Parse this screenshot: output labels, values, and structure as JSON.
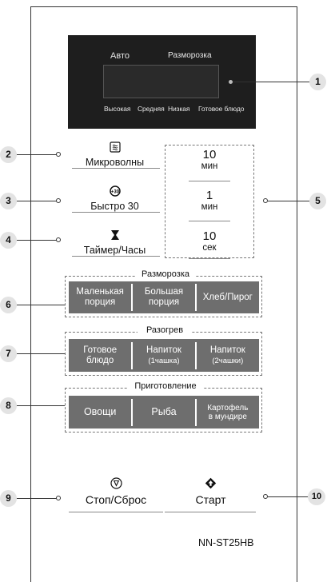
{
  "display": {
    "auto": "Авто",
    "defrost": "Разморозка",
    "levels": [
      "Высокая",
      "Средняя",
      "Низкая",
      "Готовое блюдо"
    ]
  },
  "controls": {
    "microwave": "Микроволны",
    "quick30": "Быстро 30",
    "quick30_icon_text": "+30",
    "timer": "Таймер/Часы"
  },
  "time_buttons": [
    {
      "num": "10",
      "unit": "мин"
    },
    {
      "num": "1",
      "unit": "мин"
    },
    {
      "num": "10",
      "unit": "сек"
    }
  ],
  "defrost_group": {
    "title": "Разморозка",
    "buttons": [
      {
        "line1": "Маленькая",
        "line2": "порция"
      },
      {
        "line1": "Большая",
        "line2": "порция"
      },
      {
        "line1": "Хлеб/Пирог",
        "line2": ""
      }
    ]
  },
  "reheat_group": {
    "title": "Разогрев",
    "buttons": [
      {
        "line1": "Готовое",
        "line2": "блюдо"
      },
      {
        "line1": "Напиток",
        "line2": "(1чашка)"
      },
      {
        "line1": "Напиток",
        "line2": "(2чашки)"
      }
    ]
  },
  "cook_group": {
    "title": "Приготовление",
    "buttons": [
      {
        "line1": "Овощи",
        "line2": ""
      },
      {
        "line1": "Рыба",
        "line2": ""
      },
      {
        "line1": "Картофель",
        "line2": "в мундире"
      }
    ]
  },
  "stop": "Стоп/Сброс",
  "start": "Старт",
  "model": "NN-ST25HB",
  "callouts": [
    "1",
    "2",
    "3",
    "4",
    "5",
    "6",
    "7",
    "8",
    "9",
    "10"
  ]
}
